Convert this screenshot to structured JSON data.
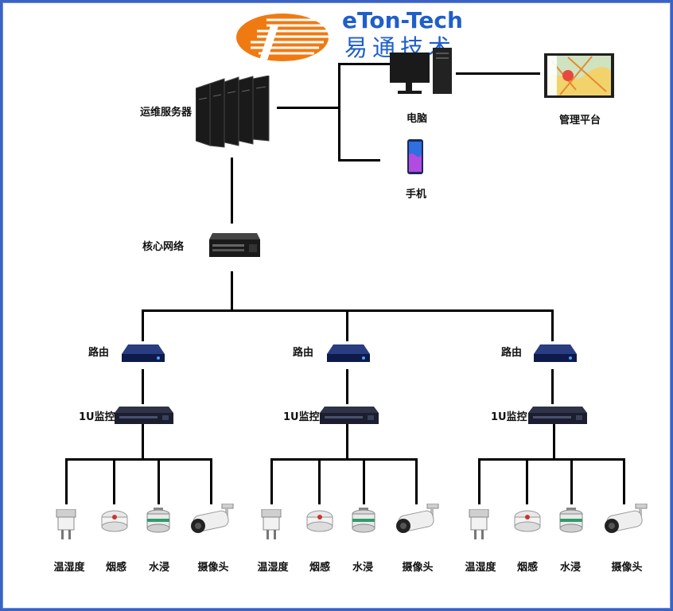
{
  "brand": {
    "name_en": "eTon-Tech",
    "name_cn": "易通技术"
  },
  "nodes": {
    "ops_server": "运维服务器",
    "computer": "电脑",
    "management_platform": "管理平台",
    "phone": "手机",
    "core_network": "核心网络"
  },
  "branches": [
    {
      "router": "路由",
      "monitor": "1U监控",
      "sensors": [
        "温湿度",
        "烟感",
        "水浸",
        "摄像头"
      ]
    },
    {
      "router": "路由",
      "monitor": "1U监控",
      "sensors": [
        "温湿度",
        "烟感",
        "水浸",
        "摄像头"
      ]
    },
    {
      "router": "路由",
      "monitor": "1U监控",
      "sensors": [
        "温湿度",
        "烟感",
        "水浸",
        "摄像头"
      ]
    }
  ],
  "colors": {
    "border": "#3b63c4",
    "brand_blue": "#1f5fc8",
    "logo_orange": "#f07a12",
    "lines": "#000000"
  }
}
